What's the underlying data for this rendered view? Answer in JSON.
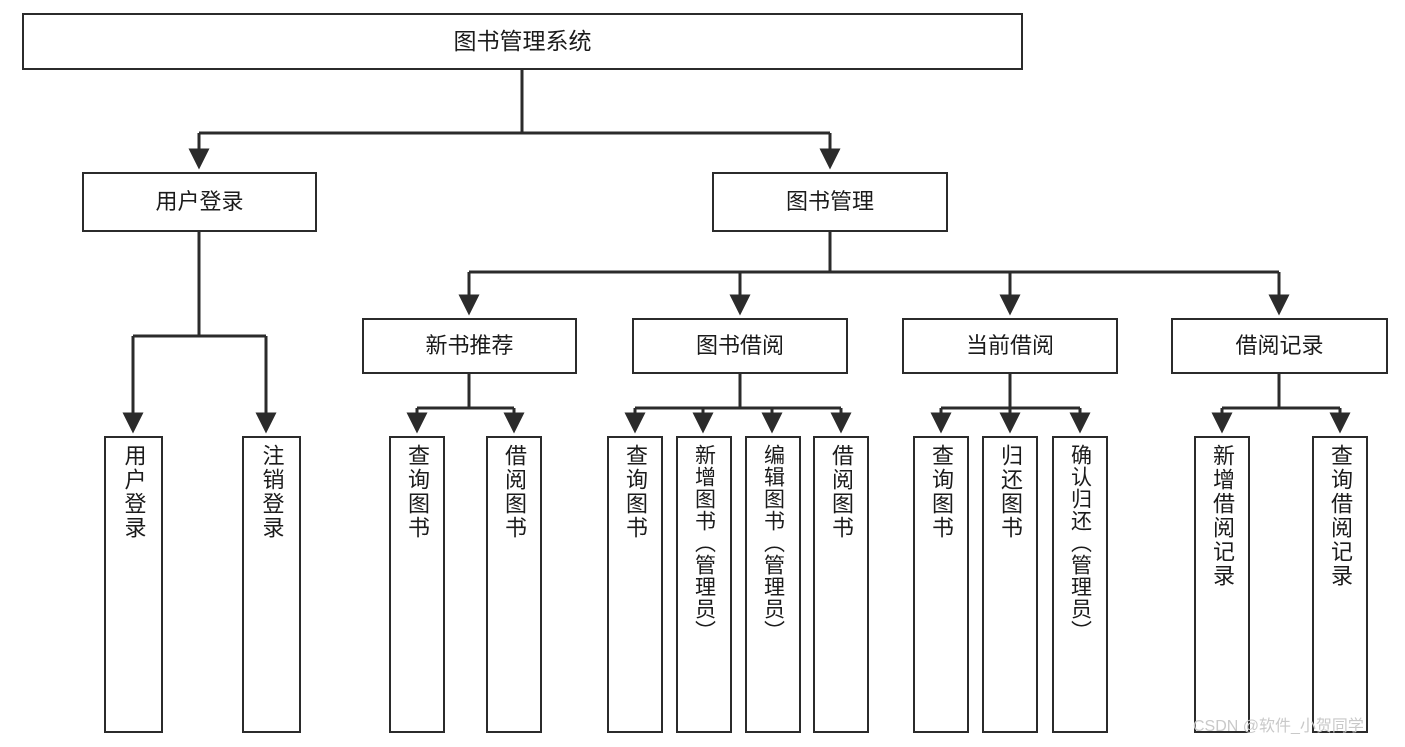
{
  "diagram": {
    "type": "tree",
    "title": "图书管理系统",
    "root": {
      "label": "图书管理系统"
    },
    "level2": [
      {
        "id": "user-login",
        "label": "用户登录"
      },
      {
        "id": "book-manage",
        "label": "图书管理"
      }
    ],
    "level3": [
      {
        "id": "new-book-recommend",
        "label": "新书推荐",
        "parent": "book-manage"
      },
      {
        "id": "book-borrow",
        "label": "图书借阅",
        "parent": "book-manage"
      },
      {
        "id": "current-borrow",
        "label": "当前借阅",
        "parent": "book-manage"
      },
      {
        "id": "borrow-record",
        "label": "借阅记录",
        "parent": "book-manage"
      }
    ],
    "leaves": [
      {
        "id": "leaf-user-login",
        "label": "用户登录",
        "parent": "user-login"
      },
      {
        "id": "leaf-logout-login",
        "label": "注销登录",
        "parent": "user-login"
      },
      {
        "id": "leaf-query-book-1",
        "label": "查询图书",
        "parent": "new-book-recommend"
      },
      {
        "id": "leaf-borrow-book-1",
        "label": "借阅图书",
        "parent": "new-book-recommend"
      },
      {
        "id": "leaf-query-book-2",
        "label": "查询图书",
        "parent": "book-borrow"
      },
      {
        "id": "leaf-add-book",
        "label": "新增图书（管理员）",
        "parent": "book-borrow"
      },
      {
        "id": "leaf-edit-book",
        "label": "编辑图书（管理员）",
        "parent": "book-borrow"
      },
      {
        "id": "leaf-borrow-book-2",
        "label": "借阅图书",
        "parent": "book-borrow"
      },
      {
        "id": "leaf-query-book-3",
        "label": "查询图书",
        "parent": "current-borrow"
      },
      {
        "id": "leaf-return-book",
        "label": "归还图书",
        "parent": "current-borrow"
      },
      {
        "id": "leaf-confirm-return",
        "label": "确认归还（管理员）",
        "parent": "current-borrow"
      },
      {
        "id": "leaf-add-record",
        "label": "新增借阅记录",
        "parent": "borrow-record"
      },
      {
        "id": "leaf-query-record",
        "label": "查询借阅记录",
        "parent": "borrow-record"
      }
    ]
  },
  "watermark": {
    "text": "CSDN @软件_小贺同学",
    "color": "#c9c9c9"
  },
  "style": {
    "stroke": "#2b2b2b",
    "background": "#ffffff",
    "text_color": "#1b1b1b"
  }
}
